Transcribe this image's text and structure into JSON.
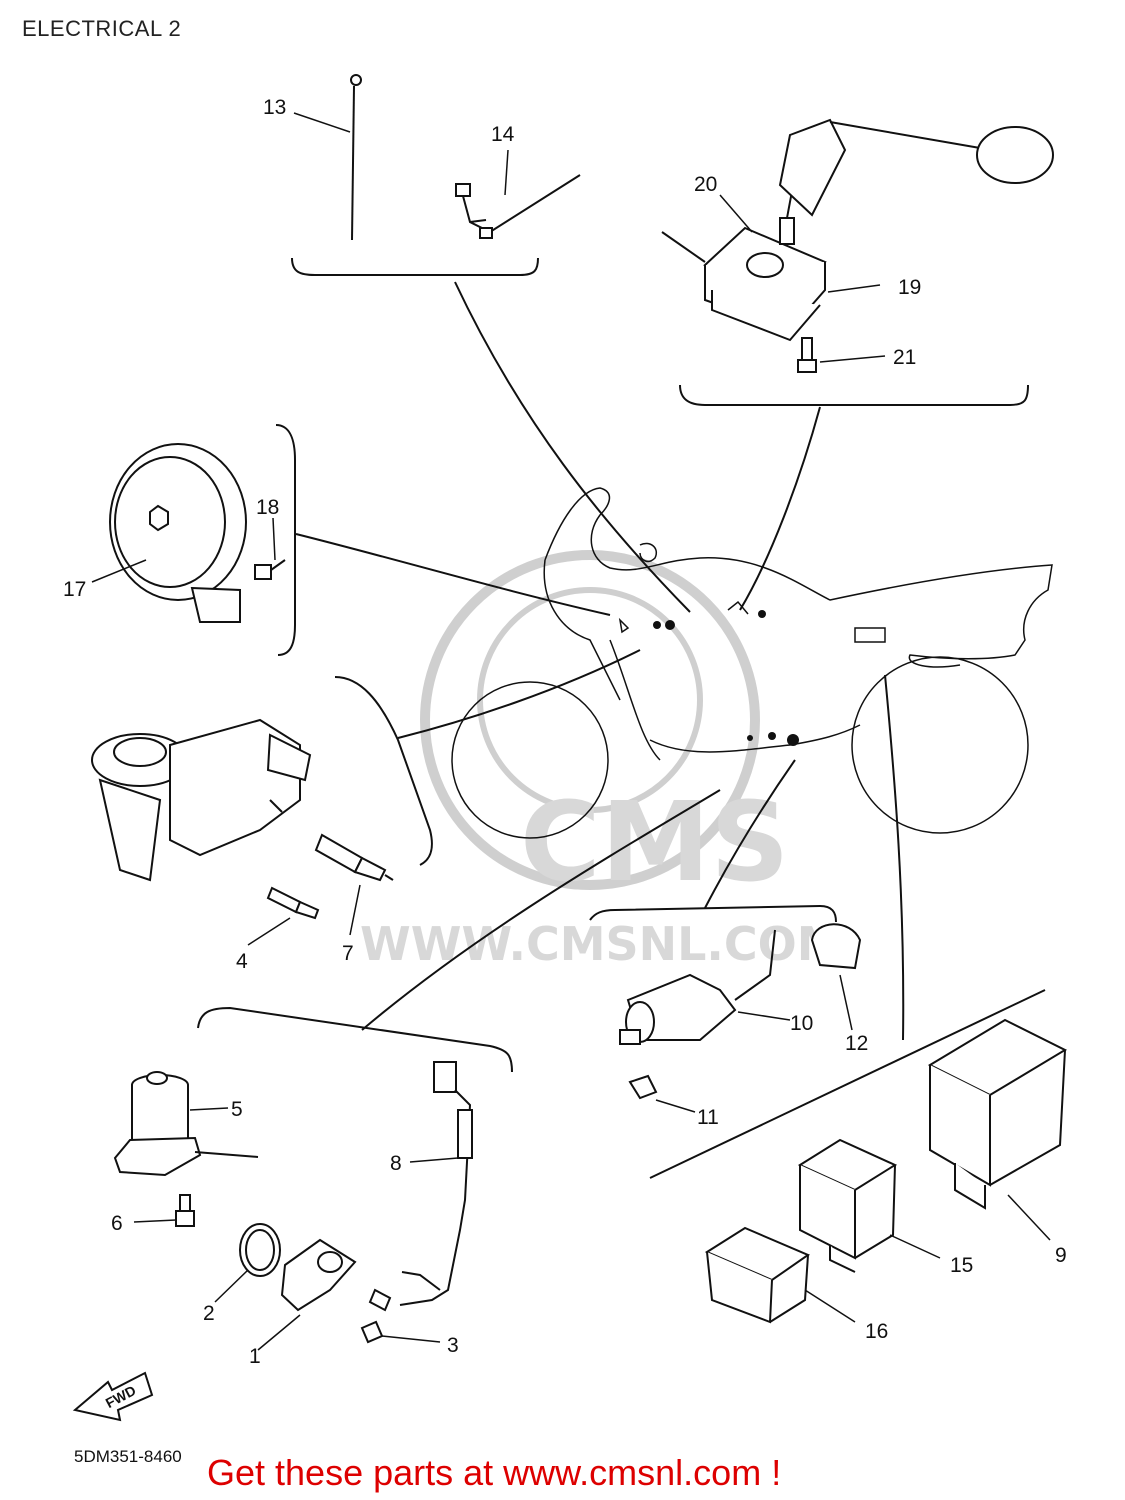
{
  "page": {
    "title": "ELECTRICAL 2",
    "diagram_code": "5DM351-8460",
    "promo_text": "Get these parts at www.cmsnl.com !"
  },
  "watermark": {
    "logo_text": "CMS",
    "url_text": "WWW.CMSNL.COM"
  },
  "fwd_label": "FWD",
  "callouts": [
    "1",
    "2",
    "3",
    "4",
    "5",
    "6",
    "7",
    "8",
    "9",
    "10",
    "11",
    "12",
    "13",
    "14",
    "15",
    "16",
    "17",
    "18",
    "19",
    "20",
    "21"
  ]
}
